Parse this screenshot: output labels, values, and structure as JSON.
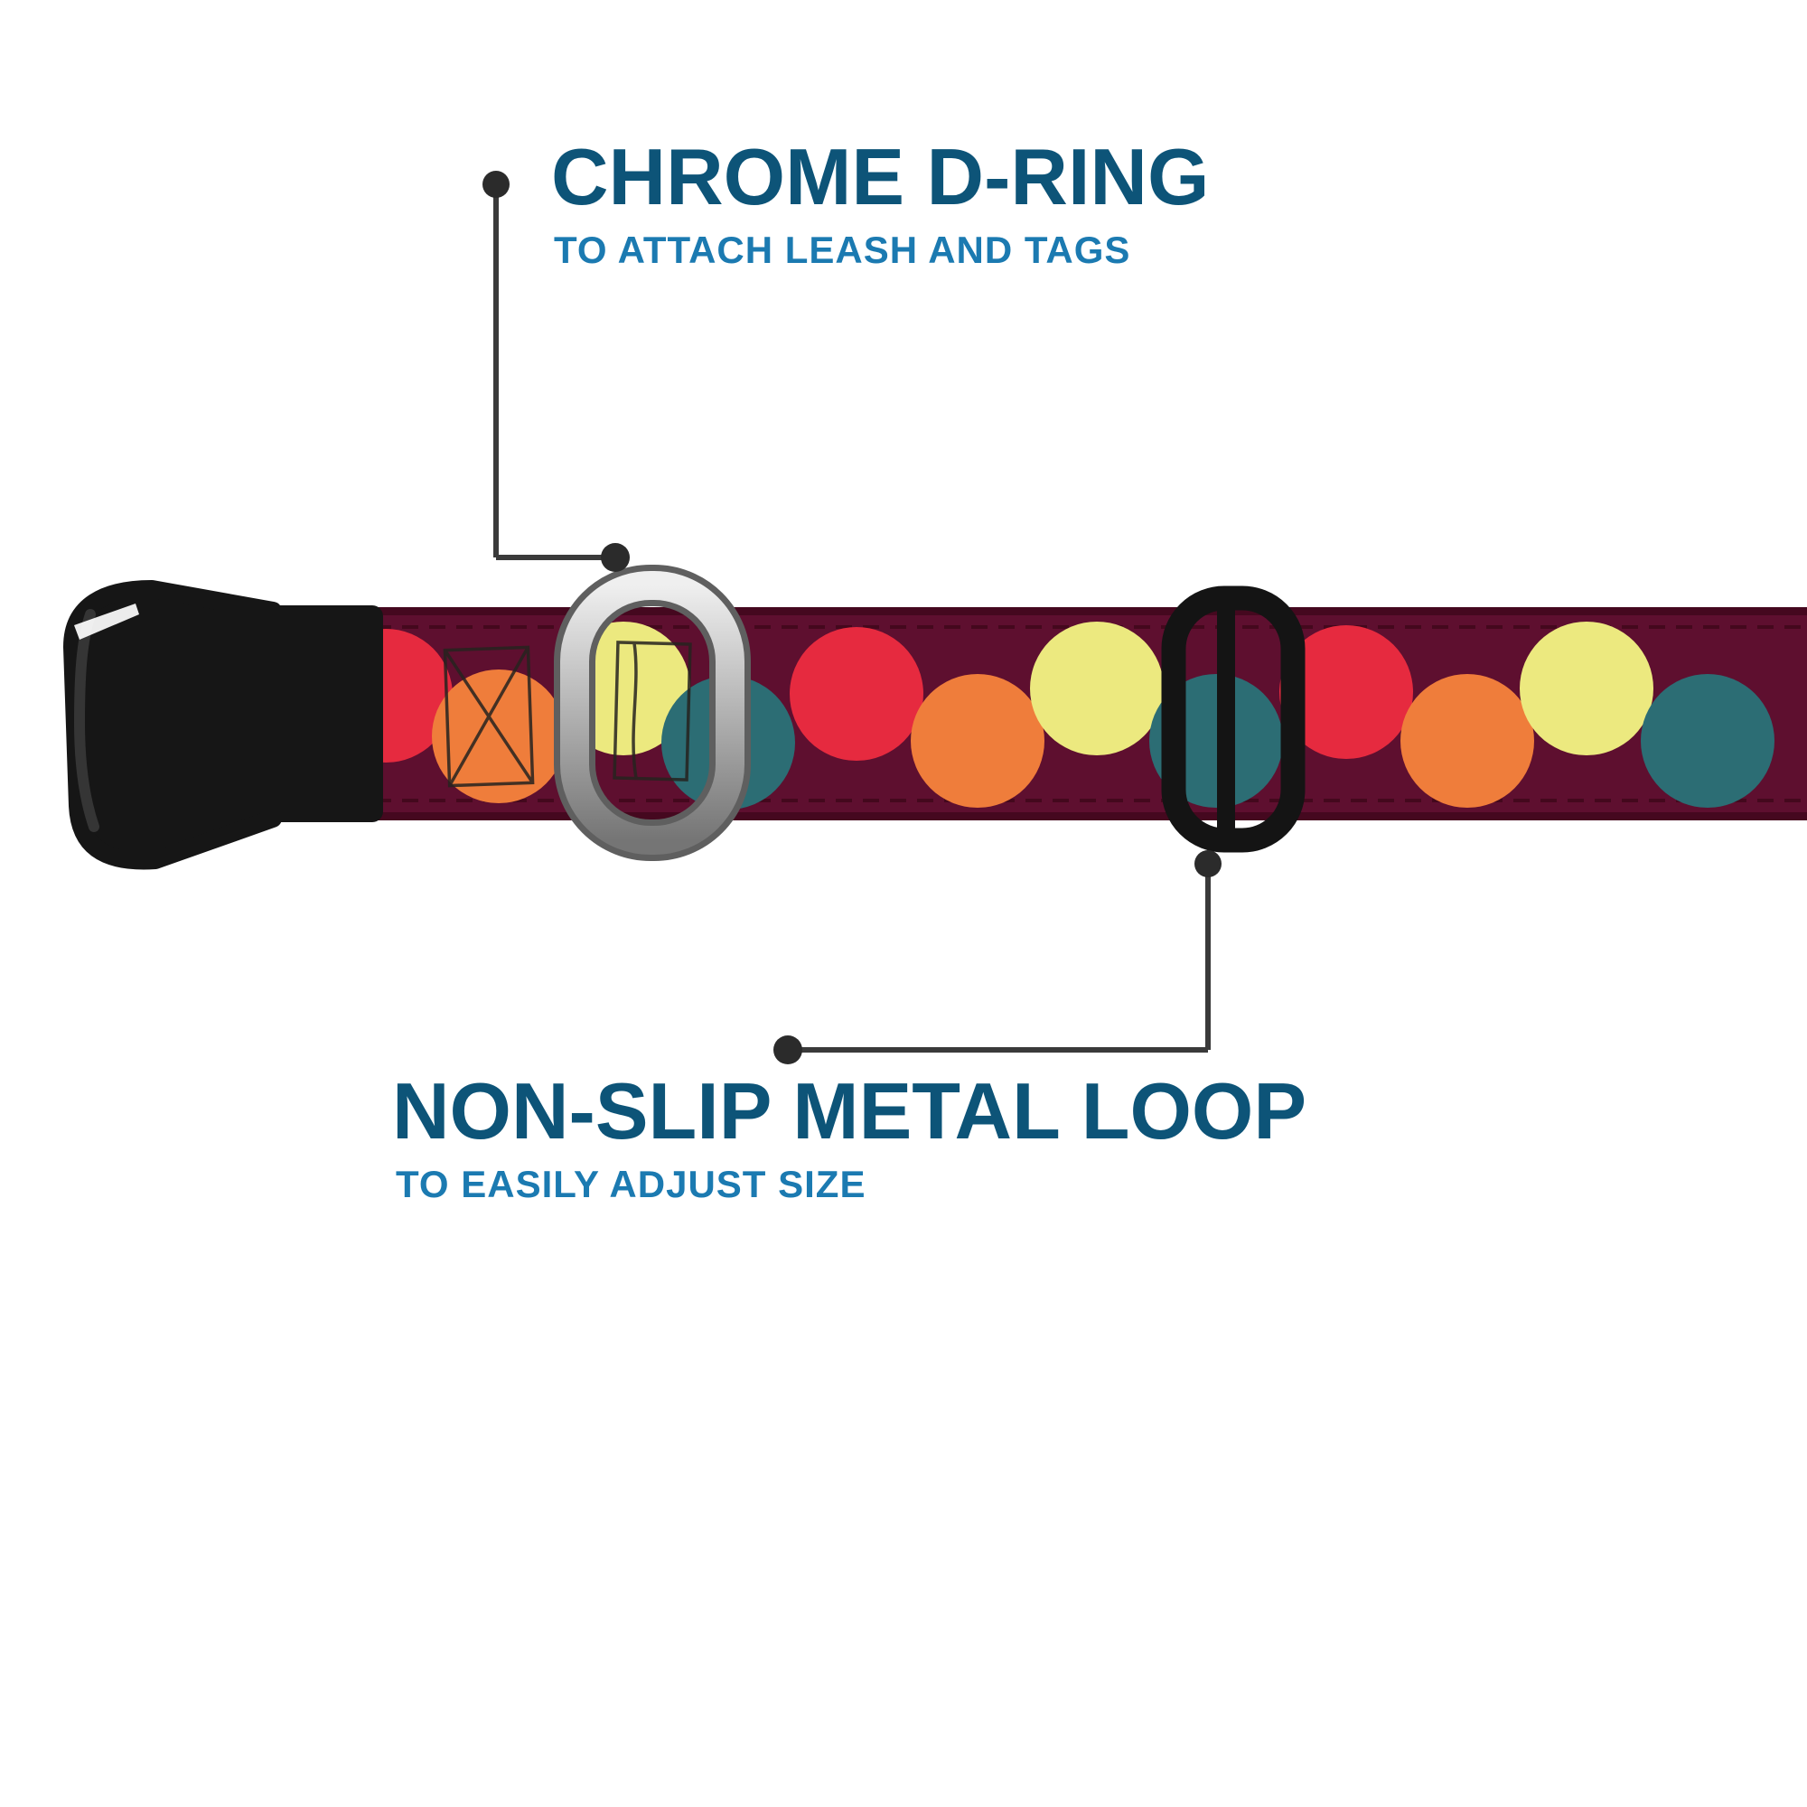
{
  "callouts": {
    "top": {
      "title": "CHROME D-RING",
      "subtitle": "TO ATTACH LEASH AND TAGS"
    },
    "bottom": {
      "title": "NON-SLIP METAL LOOP",
      "subtitle": "TO EASILY ADJUST SIZE"
    }
  },
  "colors": {
    "background": "#ffffff",
    "title_text": "#0d5478",
    "subtitle_text": "#1b7ab1",
    "callout_line": "#3a3a3a",
    "callout_dot": "#2b2b2b",
    "strap": "#5e0f2f",
    "strap_edge": "#45081f",
    "stitch": "#3d0619",
    "dot_red": "#e62a3f",
    "dot_yellow": "#ece97f",
    "dot_orange": "#ef7d3b",
    "dot_teal": "#2c6d74",
    "buckle_black": "#161616",
    "slider_black": "#141414",
    "chrome_light": "#efefef",
    "chrome_mid": "#b2b2b2",
    "chrome_dark": "#757575",
    "sketch": "#26231f"
  }
}
